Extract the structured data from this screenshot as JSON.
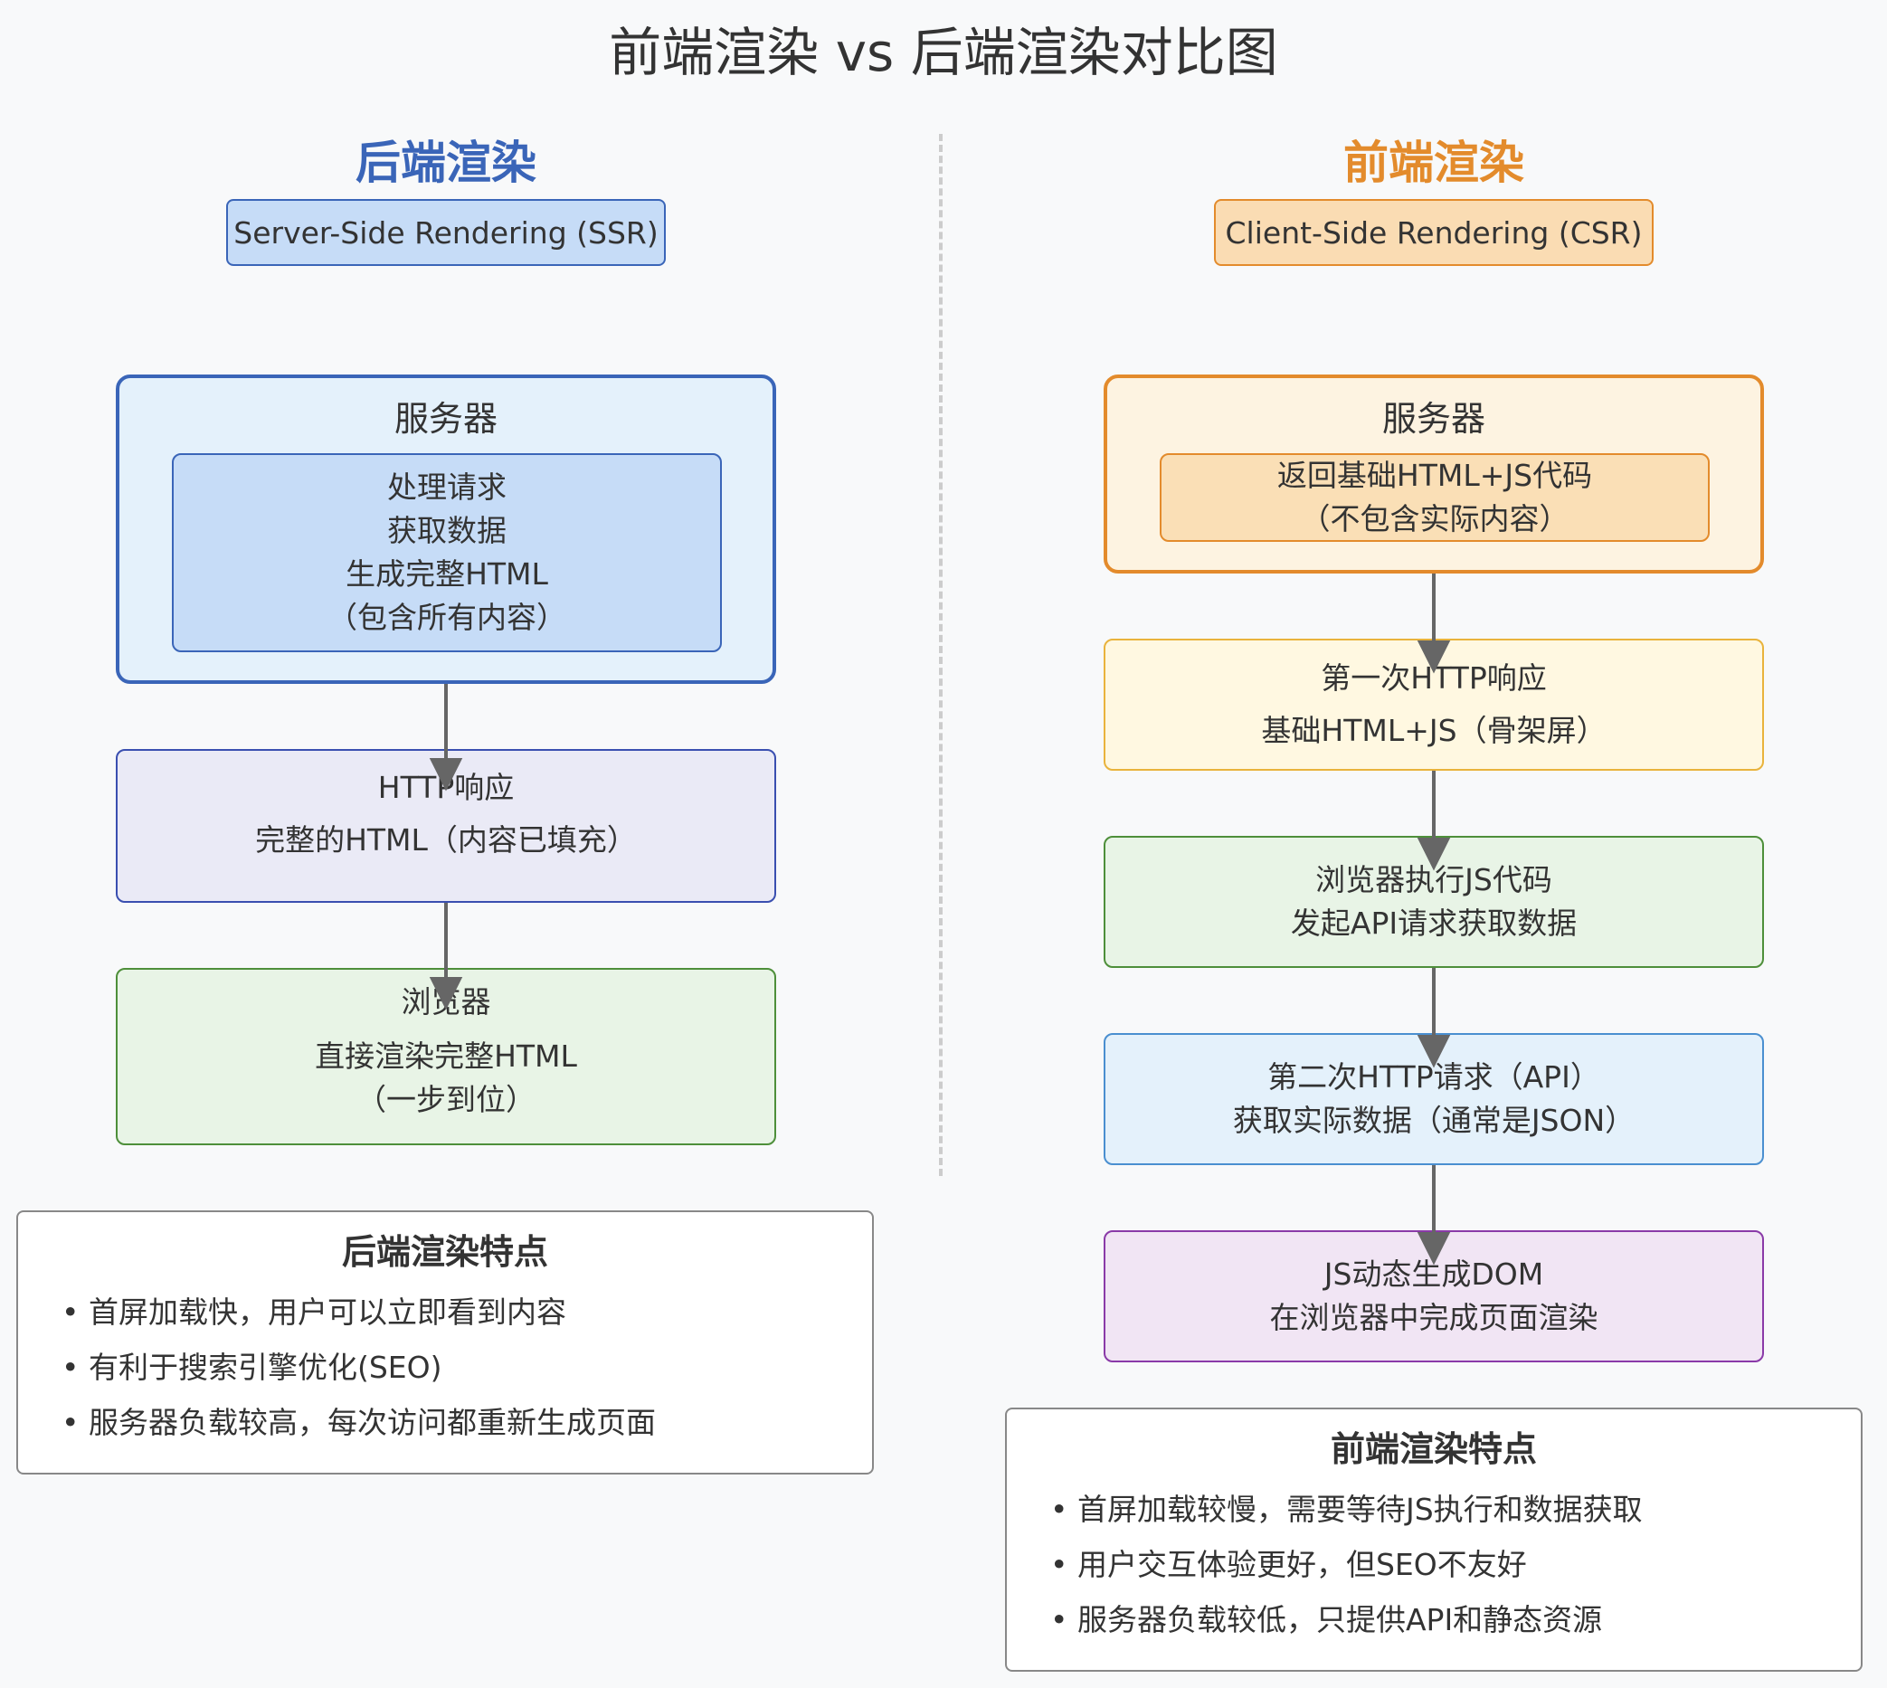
{
  "title": "前端渲染 vs 后端渲染对比图",
  "colors": {
    "ssr_accent": "#3a65b8",
    "csr_accent": "#e38b2c"
  },
  "ssr": {
    "heading": "后端渲染",
    "subtitle": "Server-Side Rendering (SSR)",
    "server": {
      "label": "服务器",
      "lines": [
        "处理请求",
        "获取数据",
        "生成完整HTML",
        "（包含所有内容）"
      ]
    },
    "http_response": {
      "title": "HTTP响应",
      "line": "完整的HTML（内容已填充）"
    },
    "browser": {
      "title": "浏览器",
      "lines": [
        "直接渲染完整HTML",
        "（一步到位）"
      ]
    },
    "features": {
      "title": "后端渲染特点",
      "items": [
        "首屏加载快，用户可以立即看到内容",
        "有利于搜索引擎优化(SEO)",
        "服务器负载较高，每次访问都重新生成页面"
      ]
    }
  },
  "csr": {
    "heading": "前端渲染",
    "subtitle": "Client-Side Rendering (CSR)",
    "server": {
      "label": "服务器",
      "lines": [
        "返回基础HTML+JS代码",
        "（不包含实际内容）"
      ]
    },
    "first_response": {
      "title": "第一次HTTP响应",
      "line": "基础HTML+JS（骨架屏）"
    },
    "browser_exec": {
      "lines": [
        "浏览器执行JS代码",
        "发起API请求获取数据"
      ]
    },
    "second_request": {
      "lines": [
        "第二次HTTP请求（API）",
        "获取实际数据（通常是JSON）"
      ]
    },
    "js_dom": {
      "lines": [
        "JS动态生成DOM",
        "在浏览器中完成页面渲染"
      ]
    },
    "features": {
      "title": "前端渲染特点",
      "items": [
        "首屏加载较慢，需要等待JS执行和数据获取",
        "用户交互体验更好，但SEO不友好",
        "服务器负载较低，只提供API和静态资源"
      ]
    }
  }
}
